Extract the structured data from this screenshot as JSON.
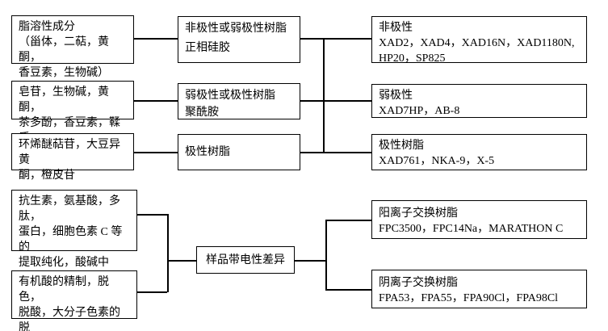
{
  "page": {
    "background": "#ffffff",
    "line_color": "#000000",
    "text_color": "#000000"
  },
  "boxes": {
    "lipid_components": {
      "text": "脂溶性成分\n（甾体，二萜，黄酮，\n香豆素，生物碱）"
    },
    "saponins": {
      "text": "皂苷，生物碱，黄酮，\n茶多酚，香豆素，鞣质"
    },
    "iridoid_glycosides": {
      "text": "环烯醚萜苷，大豆异黄\n酮，橙皮苷"
    },
    "antibiotics_purification": {
      "text": "抗生素，氨基酸，多肽，\n蛋白，细胞色素 C 等的\n提取纯化，酸碱中和，\n金属回收"
    },
    "organic_acids_refining": {
      "text": "有机酸的精制，脱色，\n脱酸，大分子色素的脱\n除，肝素提取"
    },
    "nonpolar_or_weak_resin": {
      "text": "非极性或弱极性树脂\n正相硅胶"
    },
    "weak_or_polar_resin": {
      "text": "弱极性或极性树脂\n聚酰胺"
    },
    "polar_resin_mid": {
      "text": "极性树脂"
    },
    "sample_charge_difference": {
      "text": "样品带电性差异"
    },
    "nonpolar_resins": {
      "text": "非极性\nXAD2，XAD4，XAD16N，XAD1180N,\nHP20，SP825"
    },
    "weak_polar_resins": {
      "text": "弱极性\nXAD7HP，AB-8"
    },
    "polar_resins": {
      "text": "极性树脂\nXAD761，NKA-9，X-5"
    },
    "cation_exchange_resins": {
      "text": "阳离子交换树脂\nFPC3500，FPC14Na，MARATHON C"
    },
    "anion_exchange_resins": {
      "text": "阴离子交换树脂\nFPA53，FPA55，FPA90Cl，FPA98Cl"
    }
  }
}
